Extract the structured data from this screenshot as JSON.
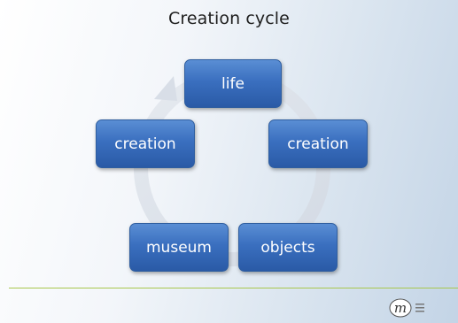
{
  "title": "Creation cycle",
  "nodes": {
    "top": "life",
    "right": "creation",
    "bottom_right": "objects",
    "bottom_left": "museum",
    "left": "creation"
  },
  "colors": {
    "node_fill": "#3a6fbf",
    "arrow": "#d5dbe4",
    "footer_line": "#a8c74e"
  },
  "logo": {
    "mark": "m",
    "icon": "museum-logo-icon"
  }
}
